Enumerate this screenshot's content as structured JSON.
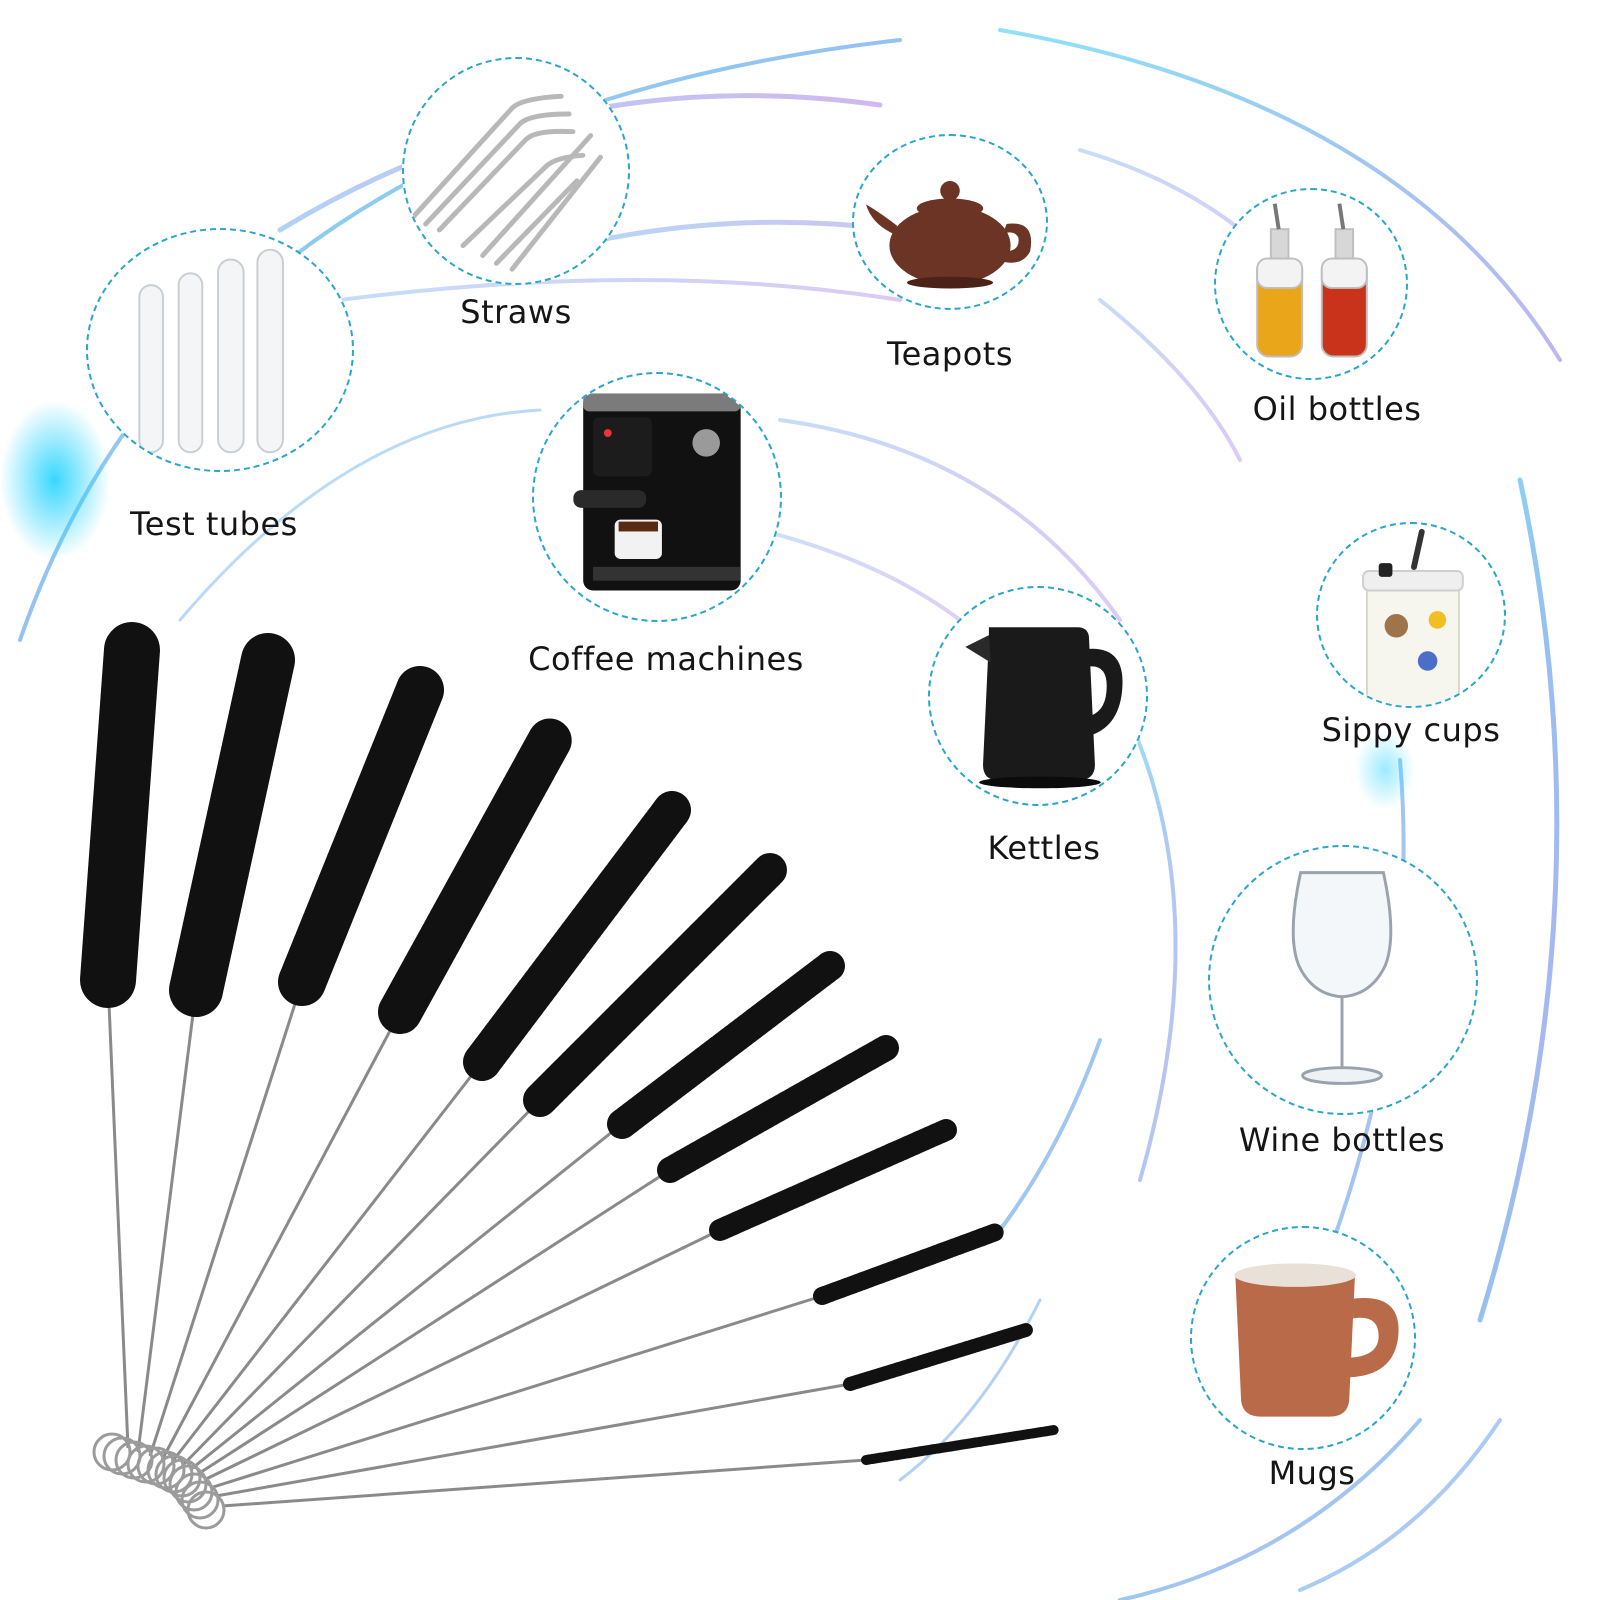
{
  "items": [
    {
      "key": "test_tubes",
      "label": "Test tubes",
      "icon": "test-tubes-icon"
    },
    {
      "key": "straws",
      "label": "Straws",
      "icon": "straws-icon"
    },
    {
      "key": "teapots",
      "label": "Teapots",
      "icon": "teapot-icon"
    },
    {
      "key": "oil_bottles",
      "label": "Oil bottles",
      "icon": "oil-bottles-icon"
    },
    {
      "key": "coffee_machines",
      "label": "Coffee machines",
      "icon": "coffee-machine-icon"
    },
    {
      "key": "kettles",
      "label": "Kettles",
      "icon": "kettle-icon"
    },
    {
      "key": "sippy_cups",
      "label": "Sippy cups",
      "icon": "sippy-cup-icon"
    },
    {
      "key": "wine_bottles",
      "label": "Wine bottles",
      "icon": "wine-glass-icon"
    },
    {
      "key": "mugs",
      "label": "Mugs",
      "icon": "mug-icon"
    }
  ],
  "product": {
    "brush_count": 12,
    "icon": "cleaning-brush-set-icon"
  },
  "colors": {
    "circle_border": "#2aa6c8",
    "arc_blue": "#3d8fe6",
    "arc_purple": "#9a7be0",
    "text": "#151515",
    "bristle": "#111111",
    "wire": "#8a8a8a"
  }
}
